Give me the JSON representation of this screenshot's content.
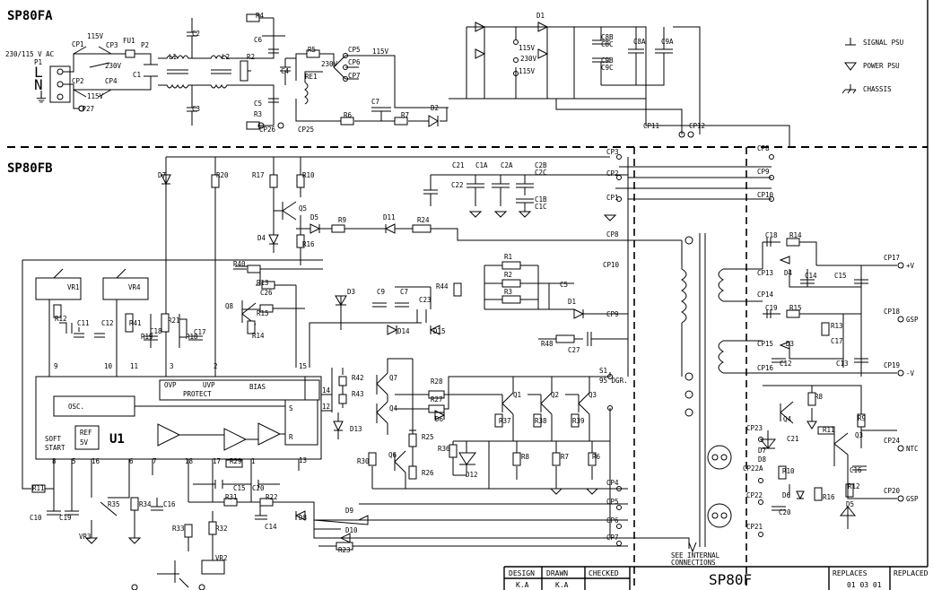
{
  "sections": {
    "top": "SP80FA",
    "main": "SP80FB"
  },
  "mains_label": "230/115 V AC",
  "lne": [
    "L",
    "N",
    "⏚"
  ],
  "legend": [
    {
      "icon": "signal-ground",
      "label": "SIGNAL PSU"
    },
    {
      "icon": "power-ground",
      "label": "POWER PSU"
    },
    {
      "icon": "chassis-ground",
      "label": "CHASSIS"
    }
  ],
  "ic": {
    "name": "U1",
    "osc": "OSC.",
    "ovp": "OVP",
    "uvp": "UVP",
    "protect": "PROTECT",
    "bias": "BIAS",
    "ref": "REF",
    "ref_v": "5V",
    "soft": "SOFT",
    "start": "START",
    "s": "S",
    "r": "R"
  },
  "thermal": {
    "name": "S1",
    "rating": "95 DGR."
  },
  "note": {
    "l1": "SEE INTERNAL",
    "l2": "CONNECTIONS"
  },
  "title_block": {
    "design": "DESIGN",
    "drawn": "DRAWN",
    "checked": "CHECKED",
    "design_by": "K.A",
    "drawn_by": "K.A",
    "doc": "SP80F",
    "replaces": "REPLACES",
    "replaced": "REPLACED",
    "date": "01 03 01"
  },
  "outputs": {
    "cp17": "CP17",
    "v_pos": "+V",
    "cp18": "CP18",
    "gsp1": "GSP",
    "cp19": "CP19",
    "v_neg": "-V",
    "cp24": "CP24",
    "ntc": "NTC",
    "cp20": "CP20",
    "gsp2": "GSP"
  },
  "labels": [
    [
      "P1",
      38,
      72
    ],
    [
      "CP1",
      80,
      52
    ],
    [
      "CP2",
      80,
      93
    ],
    [
      "CP3",
      118,
      53
    ],
    [
      "CP4",
      117,
      93
    ],
    [
      "115V",
      97,
      43
    ],
    [
      "230V",
      117,
      76
    ],
    [
      "115V",
      97,
      110
    ],
    [
      "FU1",
      137,
      48
    ],
    [
      "P2",
      157,
      53
    ],
    [
      "C1",
      148,
      86
    ],
    [
      "L1",
      188,
      66
    ],
    [
      "L2",
      247,
      66
    ],
    [
      "C2",
      214,
      40
    ],
    [
      "C3",
      214,
      124
    ],
    [
      "R4",
      285,
      20
    ],
    [
      "C6",
      283,
      47
    ],
    [
      "C4",
      313,
      82
    ],
    [
      "R2",
      275,
      66
    ],
    [
      "C5",
      283,
      118
    ],
    [
      "R3",
      283,
      130
    ],
    [
      "CP26",
      289,
      147
    ],
    [
      "CP25",
      332,
      147
    ],
    [
      "CP27",
      87,
      124
    ],
    [
      "R5",
      343,
      58
    ],
    [
      "CP5",
      388,
      58
    ],
    [
      "CP6",
      388,
      72
    ],
    [
      "CP7",
      388,
      87
    ],
    [
      "115V",
      415,
      60
    ],
    [
      "230V",
      358,
      74
    ],
    [
      "RE1",
      340,
      88
    ],
    [
      "R6",
      383,
      131
    ],
    [
      "C7",
      414,
      116
    ],
    [
      "R7",
      447,
      131
    ],
    [
      "D2",
      480,
      123
    ],
    [
      "D1",
      598,
      20
    ],
    [
      "115V",
      578,
      56
    ],
    [
      "230V",
      580,
      68
    ],
    [
      "115V",
      578,
      82
    ],
    [
      "C8B",
      670,
      44
    ],
    [
      "C8C",
      670,
      52
    ],
    [
      "C8A",
      706,
      49
    ],
    [
      "C9A",
      737,
      49
    ],
    [
      "C9B",
      670,
      70
    ],
    [
      "C9C",
      670,
      78
    ],
    [
      "CP11",
      717,
      143
    ],
    [
      "CP12",
      768,
      143
    ],
    [
      "CP8",
      844,
      168
    ],
    [
      "CP9",
      844,
      194
    ],
    [
      "CP10",
      844,
      220
    ],
    [
      "CP3",
      676,
      172
    ],
    [
      "CP2",
      676,
      196
    ],
    [
      "CP1",
      676,
      223
    ],
    [
      "D7",
      176,
      198
    ],
    [
      "R20",
      241,
      198
    ],
    [
      "R17",
      281,
      198
    ],
    [
      "R10",
      337,
      198
    ],
    [
      "Q5",
      333,
      235
    ],
    [
      "D5",
      346,
      245
    ],
    [
      "R9",
      377,
      248
    ],
    [
      "D11",
      427,
      245
    ],
    [
      "R24",
      465,
      248
    ],
    [
      "D4",
      287,
      268
    ],
    [
      "R16",
      337,
      275
    ],
    [
      "C21",
      504,
      187
    ],
    [
      "C1A",
      530,
      187
    ],
    [
      "C2A",
      558,
      187
    ],
    [
      "C2B",
      596,
      187
    ],
    [
      "C2C",
      596,
      195
    ],
    [
      "C22",
      503,
      209
    ],
    [
      "C1B",
      596,
      225
    ],
    [
      "C1C",
      596,
      233
    ],
    [
      "CP8",
      676,
      264
    ],
    [
      "CP10",
      672,
      298
    ],
    [
      "CP9",
      676,
      353
    ],
    [
      "R1",
      562,
      289
    ],
    [
      "R2",
      562,
      309
    ],
    [
      "R3",
      562,
      328
    ],
    [
      "C5",
      624,
      320
    ],
    [
      "R44",
      486,
      322
    ],
    [
      "D1",
      633,
      339
    ],
    [
      "R48",
      603,
      386
    ],
    [
      "C27",
      633,
      393
    ],
    [
      "VR1",
      75,
      323
    ],
    [
      "VR4",
      143,
      323
    ],
    [
      "R40",
      260,
      297
    ],
    [
      "R13",
      286,
      318
    ],
    [
      "C26",
      290,
      329
    ],
    [
      "Q8",
      251,
      344
    ],
    [
      "R15",
      286,
      352
    ],
    [
      "R14",
      281,
      377
    ],
    [
      "D3",
      387,
      328
    ],
    [
      "C9",
      420,
      328
    ],
    [
      "C7",
      446,
      328
    ],
    [
      "C23",
      467,
      337
    ],
    [
      "D14",
      443,
      372
    ],
    [
      "D15",
      483,
      372
    ],
    [
      "R12",
      61,
      358
    ],
    [
      "C11",
      86,
      363
    ],
    [
      "C12",
      113,
      363
    ],
    [
      "R41",
      144,
      363
    ],
    [
      "R19",
      157,
      378
    ],
    [
      "C18",
      167,
      372
    ],
    [
      "R21",
      187,
      360
    ],
    [
      "R18",
      207,
      378
    ],
    [
      "C17",
      216,
      373
    ],
    [
      "9",
      60,
      411
    ],
    [
      "10",
      116,
      411
    ],
    [
      "11",
      145,
      411
    ],
    [
      "3",
      189,
      411
    ],
    [
      "2",
      238,
      411
    ],
    [
      "15",
      333,
      411
    ],
    [
      "14",
      359,
      438
    ],
    [
      "12",
      359,
      456
    ],
    [
      "13",
      333,
      516
    ],
    [
      "8",
      58,
      517
    ],
    [
      "5",
      80,
      517
    ],
    [
      "16",
      102,
      517
    ],
    [
      "6",
      144,
      517
    ],
    [
      "7",
      170,
      517
    ],
    [
      "18",
      206,
      517
    ],
    [
      "17",
      237,
      517
    ],
    [
      "1",
      280,
      517
    ],
    [
      "R42",
      392,
      424
    ],
    [
      "R43",
      392,
      442
    ],
    [
      "Q7",
      434,
      424
    ],
    [
      "Q4",
      434,
      458
    ],
    [
      "D13",
      390,
      481
    ],
    [
      "R28",
      480,
      428
    ],
    [
      "R27",
      480,
      448
    ],
    [
      "D6",
      485,
      470
    ],
    [
      "R25",
      470,
      490
    ],
    [
      "R26",
      470,
      530
    ],
    [
      "Q6",
      433,
      510
    ],
    [
      "R30",
      398,
      517
    ],
    [
      "R36",
      488,
      503
    ],
    [
      "Q1",
      572,
      443
    ],
    [
      "Q2",
      614,
      443
    ],
    [
      "Q3",
      656,
      443
    ],
    [
      "R37",
      556,
      472
    ],
    [
      "R38",
      596,
      472
    ],
    [
      "R39",
      638,
      472
    ],
    [
      "D12",
      519,
      532
    ],
    [
      "R8",
      581,
      512
    ],
    [
      "R7",
      625,
      512
    ],
    [
      "R6",
      660,
      512
    ],
    [
      "R11",
      36,
      547
    ],
    [
      "C10",
      33,
      580
    ],
    [
      "C19",
      66,
      580
    ],
    [
      "R35",
      120,
      565
    ],
    [
      "VR3",
      88,
      601
    ],
    [
      "R34",
      155,
      565
    ],
    [
      "C16",
      182,
      565
    ],
    [
      "R29",
      256,
      517
    ],
    [
      "C15",
      260,
      547
    ],
    [
      "C20",
      281,
      547
    ],
    [
      "R31",
      251,
      557
    ],
    [
      "R22",
      296,
      557
    ],
    [
      "C14",
      295,
      590
    ],
    [
      "R33",
      192,
      592
    ],
    [
      "R32",
      240,
      592
    ],
    [
      "VR2",
      240,
      625
    ],
    [
      "D8",
      333,
      580
    ],
    [
      "D9",
      385,
      572
    ],
    [
      "D10",
      385,
      594
    ],
    [
      "R23",
      377,
      616
    ],
    [
      "CP4",
      676,
      541
    ],
    [
      "CP5",
      676,
      562
    ],
    [
      "CP6",
      676,
      583
    ],
    [
      "CP7",
      676,
      602
    ],
    [
      "C18",
      853,
      265
    ],
    [
      "R14",
      880,
      265
    ],
    [
      "CP13",
      844,
      307
    ],
    [
      "D4",
      874,
      307
    ],
    [
      "C14",
      897,
      310
    ],
    [
      "C15",
      930,
      310
    ],
    [
      "CP14",
      844,
      331
    ],
    [
      "C19",
      853,
      346
    ],
    [
      "R15",
      880,
      346
    ],
    [
      "CP15",
      844,
      386
    ],
    [
      "D3",
      876,
      386
    ],
    [
      "R13",
      926,
      366
    ],
    [
      "C17",
      926,
      383
    ],
    [
      "C12",
      869,
      408
    ],
    [
      "C13",
      932,
      408
    ],
    [
      "CP16",
      844,
      413
    ],
    [
      "R8",
      908,
      445
    ],
    [
      "R9",
      956,
      469
    ],
    [
      "R11",
      917,
      482
    ],
    [
      "Q4",
      873,
      470
    ],
    [
      "Q3",
      953,
      488
    ],
    [
      "CP23",
      832,
      480
    ],
    [
      "C21",
      877,
      492
    ],
    [
      "D7",
      845,
      505
    ],
    [
      "D8",
      845,
      515
    ],
    [
      "CP22A",
      828,
      525
    ],
    [
      "R10",
      872,
      528
    ],
    [
      "C16",
      947,
      527
    ],
    [
      "R12",
      945,
      545
    ],
    [
      "CP22",
      832,
      555
    ],
    [
      "D6",
      872,
      555
    ],
    [
      "R16",
      917,
      557
    ],
    [
      "D5",
      943,
      565
    ],
    [
      "C20",
      868,
      574
    ],
    [
      "CP21",
      832,
      590
    ]
  ]
}
